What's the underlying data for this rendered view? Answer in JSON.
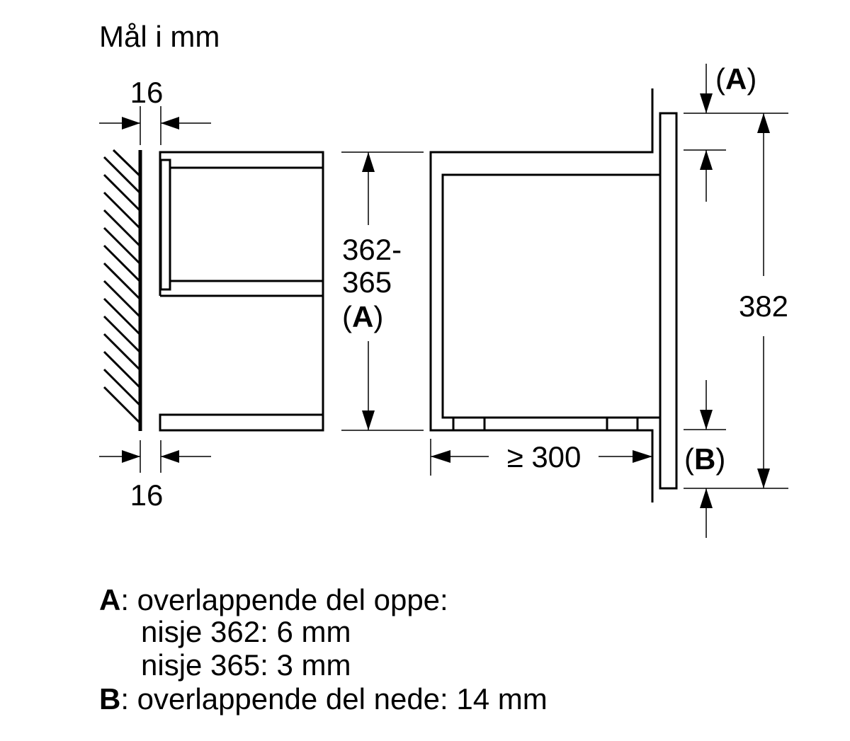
{
  "title": "Mål i mm",
  "dimensions": {
    "top_gap": "16",
    "bottom_gap": "16",
    "niche_height_line1": "362-",
    "niche_height_line2": "365",
    "niche_height_ref": "A",
    "depth": "≥ 300",
    "front_height": "382",
    "overlap_top_ref": "A",
    "overlap_bottom_ref": "B"
  },
  "legend": {
    "a_key": "A",
    "a_text": ": overlappende del oppe:",
    "a_line2": "nisje 362: 6 mm",
    "a_line3": "nisje 365: 3 mm",
    "b_key": "B",
    "b_text": ": overlappende del nede: 14 mm"
  }
}
